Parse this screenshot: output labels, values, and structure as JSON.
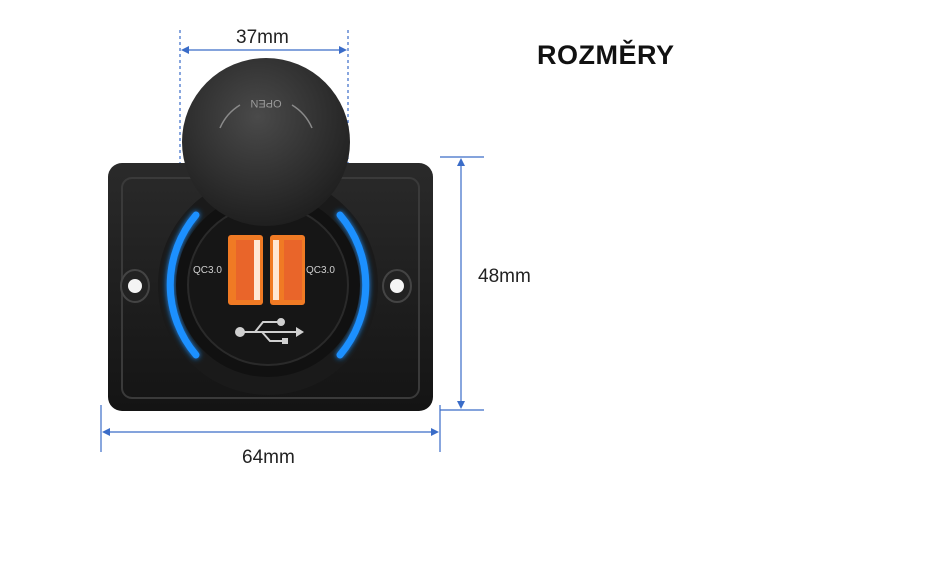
{
  "heading": "ROZMĚRY",
  "dimensions": {
    "cap_width": "37mm",
    "panel_height": "48mm",
    "panel_width": "64mm"
  },
  "product": {
    "cap_text": "OPEN",
    "port_left_label": "QC3.0",
    "port_right_label": "QC3.0",
    "led_color": "#1e90ff",
    "port_color": "#f07a24",
    "dimension_line_color": "#3a6cc8"
  }
}
